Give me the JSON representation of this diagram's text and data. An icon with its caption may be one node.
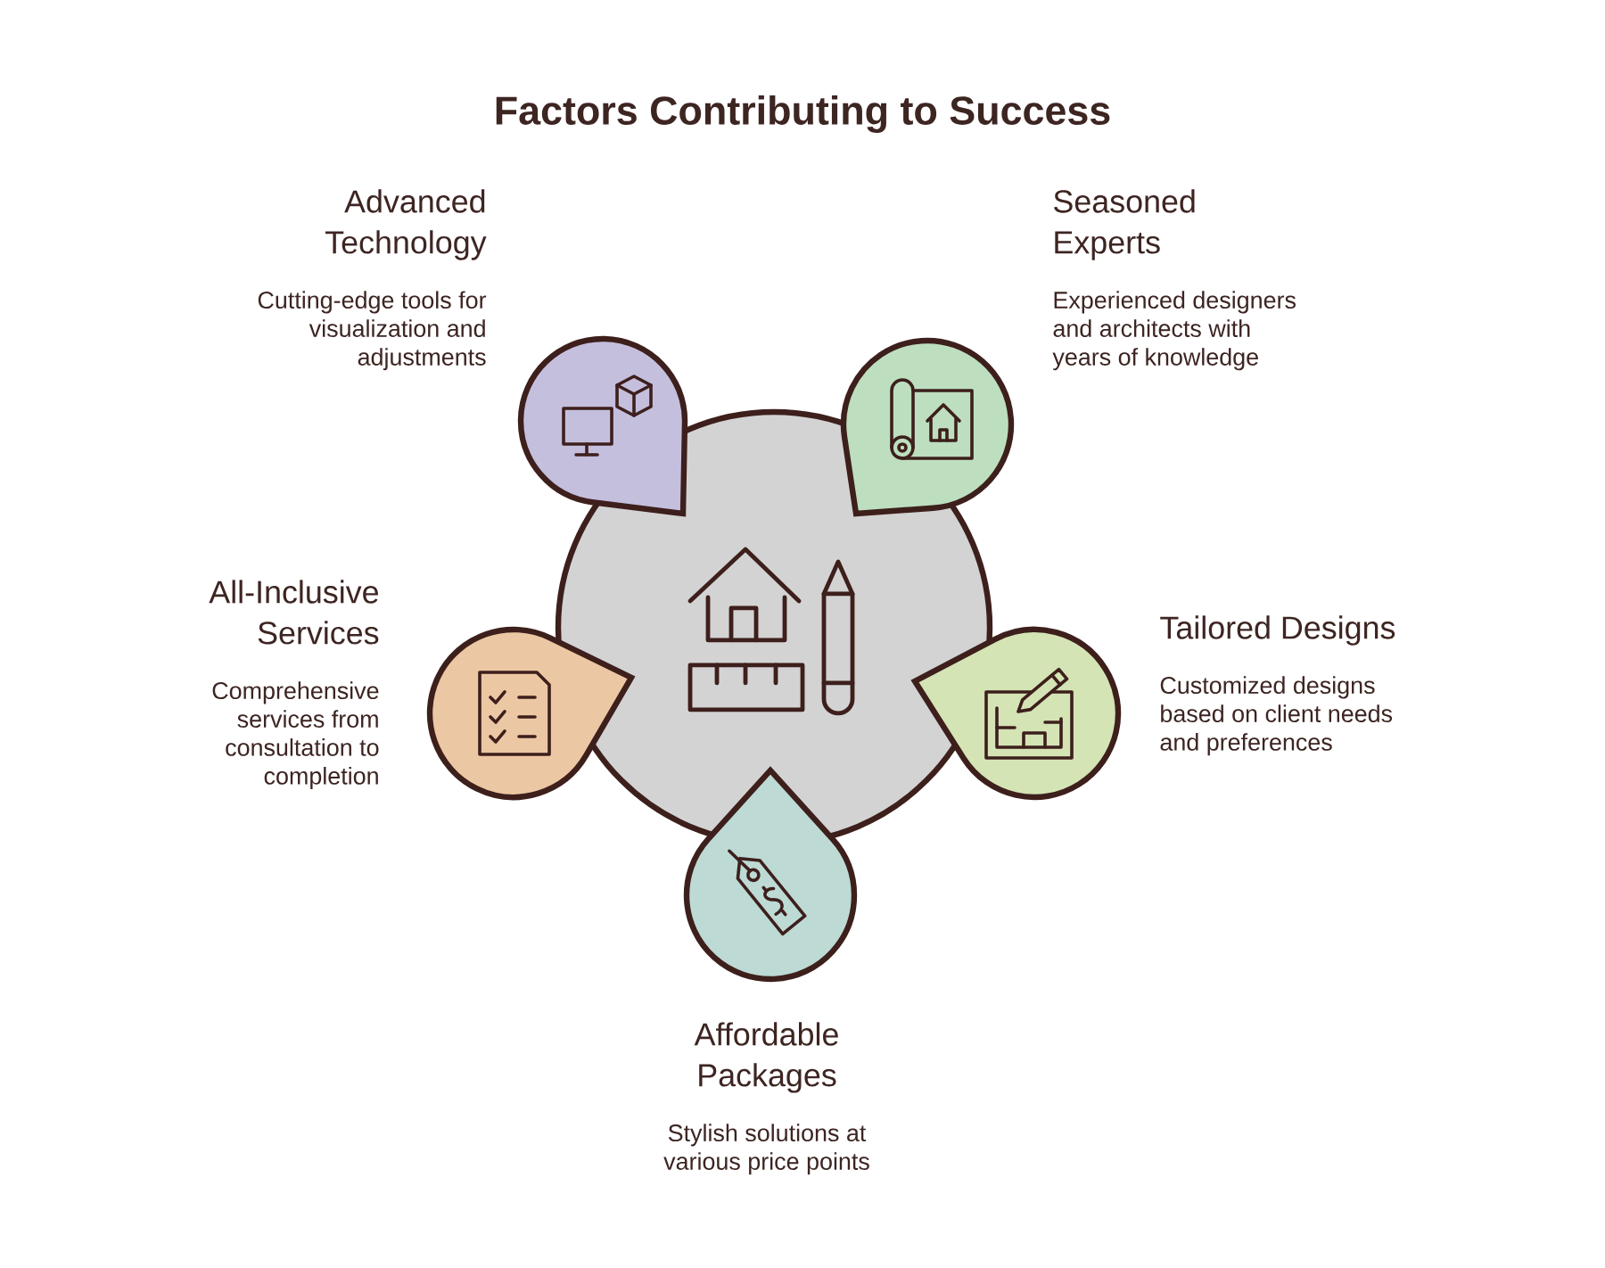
{
  "diagram": {
    "title": "Factors Contributing to Success",
    "nodes": [
      {
        "text": [
          "Advanced Technology",
          "Cutting-edge tools for visualization and adjustments"
        ]
      },
      {
        "text": [
          "Seasoned Experts",
          "Experienced designers and architects with years of knowledge"
        ]
      },
      {
        "text": [
          "All-Inclusive Services",
          "Comprehensive services from consultation to completion"
        ]
      },
      {
        "text": [
          "Tailored Designs",
          "Customized designs based on client needs and preferences"
        ]
      },
      {
        "text": [
          "Affordable Packages",
          "Stylish solutions at various price points"
        ]
      },
      {
        "text": [],
        "shape": "circle"
      }
    ]
  }
}
